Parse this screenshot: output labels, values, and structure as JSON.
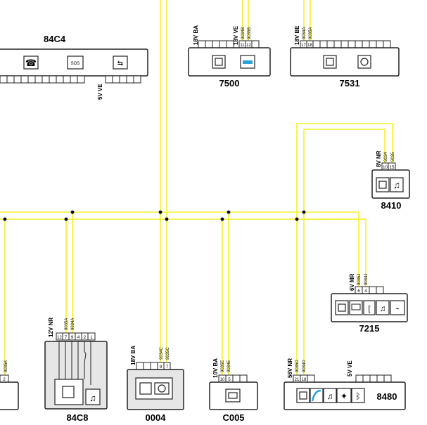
{
  "components": {
    "c84C4": {
      "name": "84C4",
      "conn_label": "5V VE",
      "sos": "SOS"
    },
    "c7500": {
      "name": "7500",
      "conn1": "18V BA",
      "conn2": "18V VE",
      "wires": [
        "9034B",
        "9035B"
      ],
      "pins": [
        "11",
        "12"
      ]
    },
    "c7531": {
      "name": "7531",
      "conn": "18V BE",
      "wires": [
        "9034A",
        "9035A"
      ],
      "pins": [
        "17",
        "18"
      ]
    },
    "c8410": {
      "name": "8410",
      "conn": "8V NR",
      "wires": [
        "9034",
        "9035"
      ],
      "pins": [
        "10",
        "15"
      ]
    },
    "c7215": {
      "name": "7215",
      "conn": "6V MR",
      "wires": [
        "9035J",
        "9034J"
      ],
      "pins": [
        "6",
        "4"
      ]
    },
    "c84C8": {
      "name": "84C8",
      "conn": "12V NR",
      "wires": [
        "9035A",
        "9034A"
      ],
      "pins": [
        "12",
        "7",
        "9",
        "4",
        "2",
        "1"
      ]
    },
    "c0004": {
      "name": "0004",
      "conn": "18V BA",
      "wires": [
        "9034C",
        "9035C"
      ],
      "pins": [
        "9",
        "7"
      ]
    },
    "cC005": {
      "name": "C005",
      "conn": "10V BA",
      "wires": [
        "9035E",
        "9034E"
      ],
      "pins": [
        "10",
        "5"
      ]
    },
    "c8480": {
      "name": "8480",
      "conn1": "56V NR",
      "conn2": "5V VE",
      "wires": [
        "9035D",
        "9034D"
      ],
      "pins": [
        "21",
        "18"
      ]
    },
    "cLeft": {
      "wire": "9035K",
      "pin": "2"
    }
  }
}
